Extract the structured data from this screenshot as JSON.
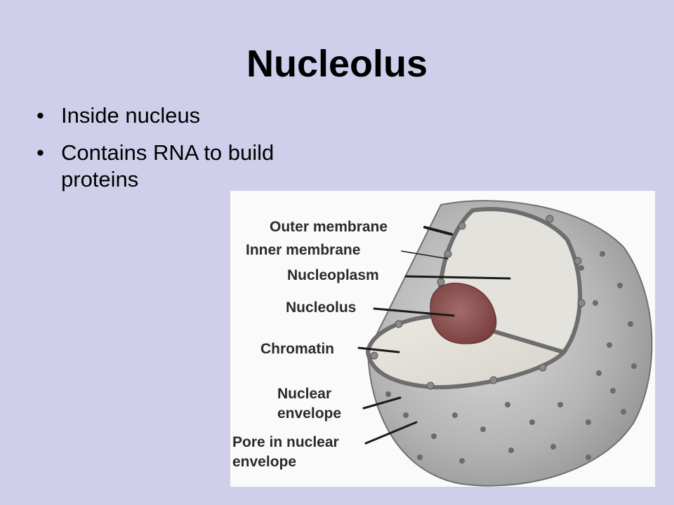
{
  "slide": {
    "title": "Nucleolus",
    "bullets": [
      "Inside nucleus",
      "Contains RNA to build proteins"
    ]
  },
  "figure": {
    "labels": {
      "outer_membrane": "Outer membrane",
      "inner_membrane": "Inner membrane",
      "nucleoplasm": "Nucleoplasm",
      "nucleolus": "Nucleolus",
      "chromatin": "Chromatin",
      "nuclear_envelope_line1": "Nuclear",
      "nuclear_envelope_line2": "envelope",
      "pore_line1": "Pore in nuclear",
      "pore_line2": "envelope"
    }
  }
}
